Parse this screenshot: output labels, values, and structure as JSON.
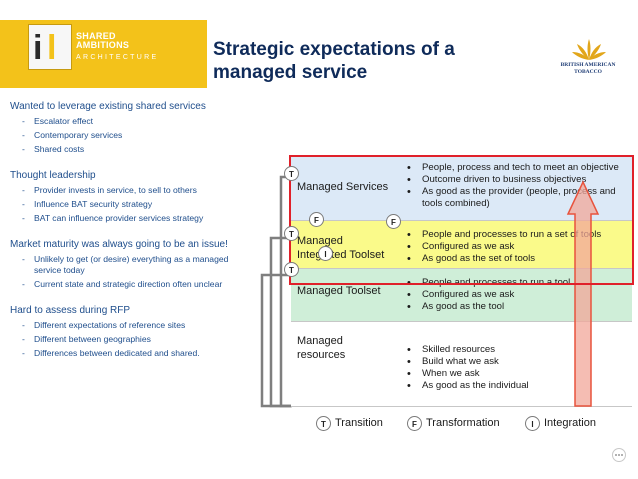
{
  "header": {
    "logo_line1": "SHARED",
    "logo_line2": "AMBITIONS",
    "logo_line3": "ARCHITECTURE",
    "title": "Strategic expectations of a managed service",
    "partner_line1": "BRITISH AMERICAN",
    "partner_line2": "TOBACCO"
  },
  "left_sections": [
    {
      "heading": "Wanted to leverage existing shared services",
      "points": [
        "Escalator effect",
        "Contemporary services",
        "Shared costs"
      ]
    },
    {
      "heading": "Thought leadership",
      "points": [
        "Provider invests in service, to sell to others",
        "Influence BAT security strategy",
        "BAT can influence provider services strategy"
      ]
    },
    {
      "heading": "Market maturity was always going to be an issue!",
      "points": [
        "Unlikely to get (or desire) everything as a managed service today",
        "Current state and strategic direction often unclear"
      ]
    },
    {
      "heading": "Hard to assess during RFP",
      "points": [
        "Different expectations of reference sites",
        "Different between geographies",
        "Differences between dedicated and shared."
      ]
    }
  ],
  "diagram": {
    "rows": [
      {
        "label": "Managed Services",
        "color": "#dce9f7",
        "points": [
          "People, process and tech to meet an objective",
          "Outcome driven to business objectives",
          "As good as the provider (people, process and tools combined)"
        ]
      },
      {
        "label": "Managed Integrated Toolset",
        "color": "#fafa8a",
        "points": [
          "People and processes to run a set of tools",
          "Configured as we ask",
          "As good as the set of tools"
        ]
      },
      {
        "label": "Managed Toolset",
        "color": "#cfeed8",
        "points": [
          "People and processes to run a tool",
          "Configured as we ask",
          "As good as the tool"
        ]
      },
      {
        "label": "Managed resources",
        "color": "#ffffff",
        "points": [
          "Skilled resources",
          "Build what we ask",
          "When we ask",
          "As good as the individual"
        ]
      }
    ],
    "badges": {
      "T": "T",
      "F": "F",
      "I": "I"
    },
    "legend": [
      {
        "key": "T",
        "label": "Transition"
      },
      {
        "key": "F",
        "label": "Transformation"
      },
      {
        "key": "I",
        "label": "Integration"
      }
    ],
    "highlight_color": "#e0202a",
    "arrow_color": "#e8533d"
  }
}
